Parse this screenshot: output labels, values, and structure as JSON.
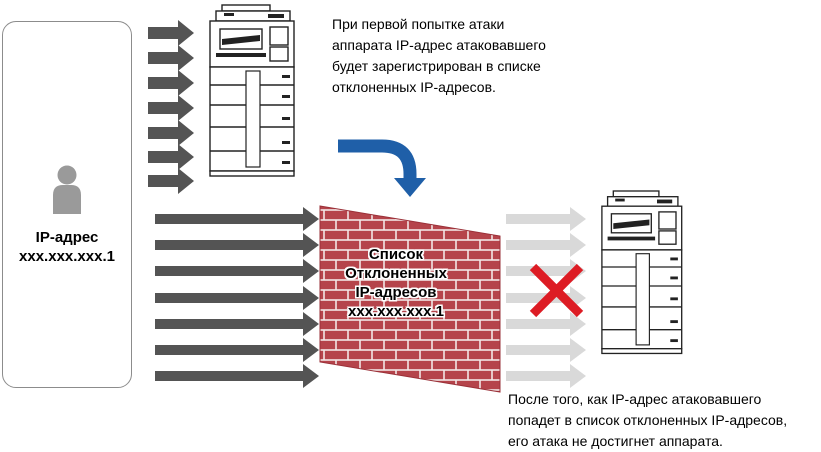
{
  "attacker": {
    "icon": "person-icon",
    "label_line1": "IP-адрес",
    "label_line2": "xxx.xxx.xxx.1"
  },
  "top_note": {
    "line1": "При первой попытке атаки",
    "line2": "аппарата IP-адрес атаковавшего",
    "line3": "будет зарегистрирован в списке",
    "line4": "отклоненных IP-адресов."
  },
  "wall": {
    "line1": "Список",
    "line2": "Отклоненных",
    "line3": "IP-адресов",
    "line4": "xxx.xxx.xxx.1"
  },
  "bottom_note": {
    "line1": "После того, как IP-адрес атаковавшего",
    "line2": "попадет в список отклоненных IP-адресов,",
    "line3": "его атака не достигнет аппарата."
  },
  "colors": {
    "arrow_dark": "#545454",
    "arrow_faded": "#d9d9d9",
    "brick": "#b5444b",
    "mortar": "#f2e6e6",
    "curve_arrow": "#1f5fa8",
    "block_x": "#dd1c24",
    "person": "#9a9a9a"
  }
}
